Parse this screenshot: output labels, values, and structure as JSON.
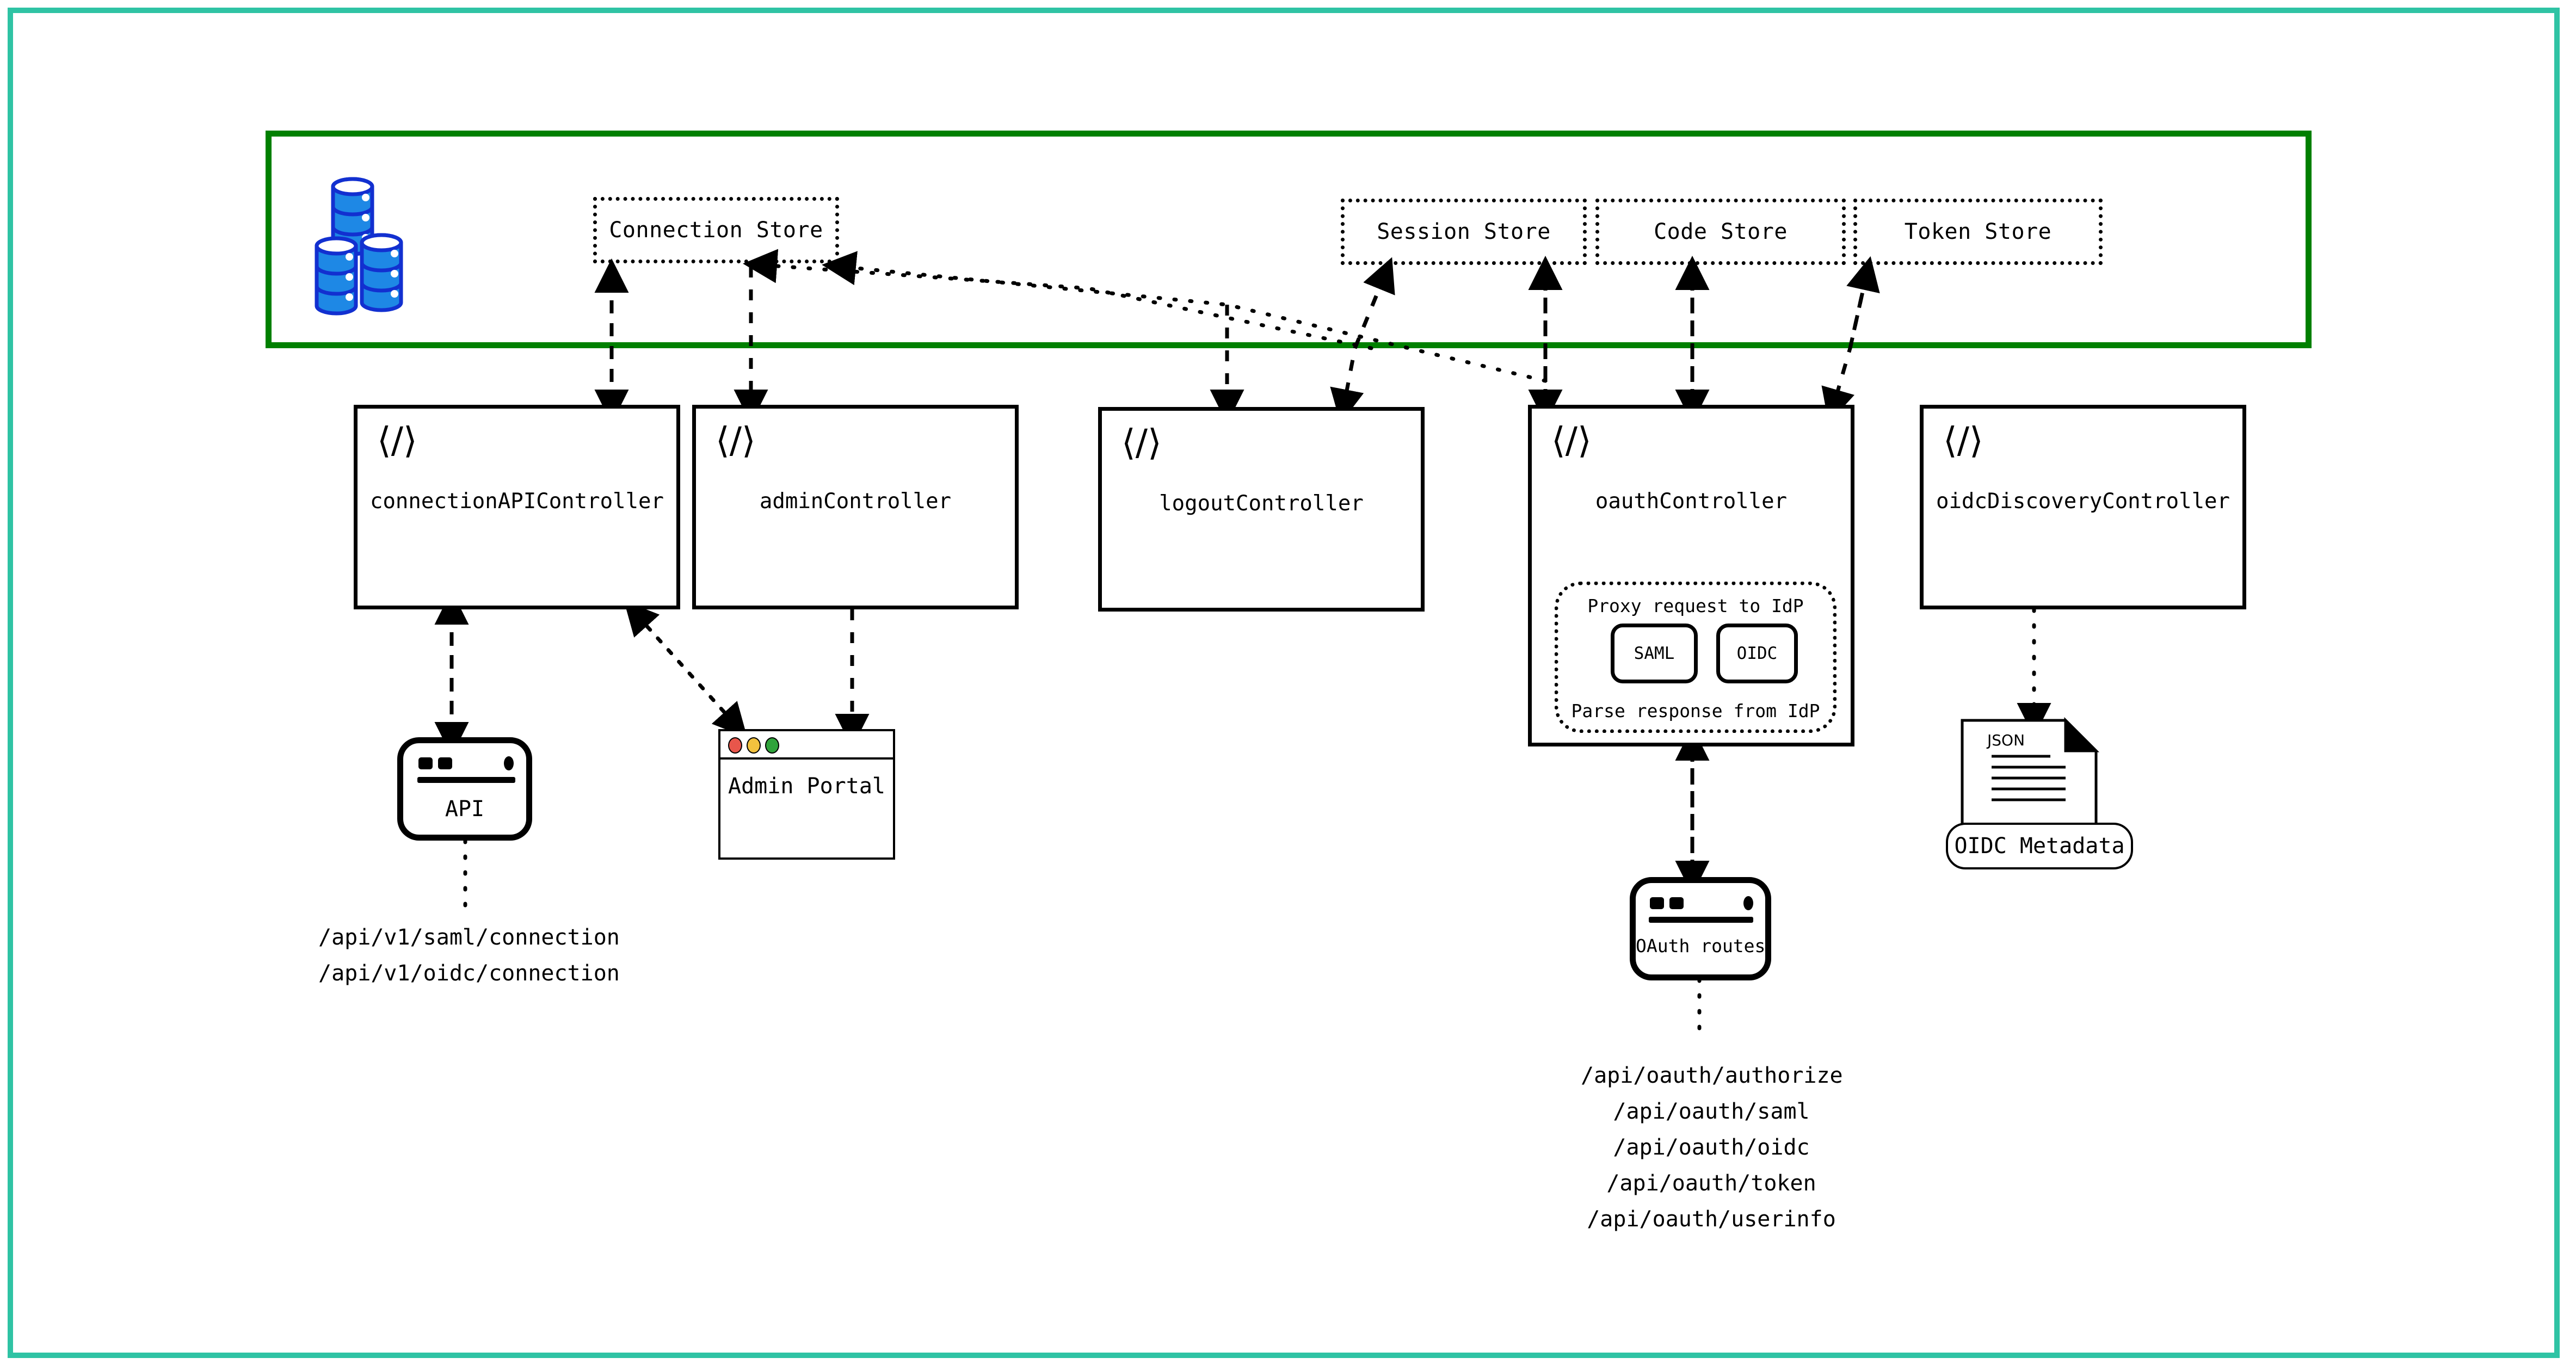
{
  "colors": {
    "outer_border": "#2FC3A4",
    "store_container_border": "#008000",
    "db_cylinder": "#1E88E5",
    "db_cylinder_outline": "#1230D0",
    "traffic_red": "#E8564B",
    "traffic_yellow": "#F2C23E",
    "traffic_green": "#2FA33B"
  },
  "stores": [
    {
      "label": "Connection Store",
      "name": "connection-store"
    },
    {
      "label": "Session Store",
      "name": "session-store"
    },
    {
      "label": "Code Store",
      "name": "code-store"
    },
    {
      "label": "Token Store",
      "name": "token-store"
    }
  ],
  "db_icon": {
    "name": "database-cylinders-icon",
    "count": 3
  },
  "controllers": [
    {
      "label": "connectionAPIController",
      "icon": "code-icon",
      "name": "connection-api-controller"
    },
    {
      "label": "adminController",
      "icon": "code-icon",
      "name": "admin-controller"
    },
    {
      "label": "logoutController",
      "icon": "code-icon",
      "name": "logout-controller"
    },
    {
      "label": "oauthController",
      "icon": "code-icon",
      "name": "oauth-controller"
    },
    {
      "label": "oidcDiscoveryController",
      "icon": "code-icon",
      "name": "oidc-discovery-controller"
    }
  ],
  "idp_panel": {
    "top_label": "Proxy request to IdP",
    "bottom_label": "Parse response from IdP",
    "pills": [
      {
        "label": "SAML"
      },
      {
        "label": "OIDC"
      }
    ]
  },
  "nodes": {
    "api": {
      "label": "API",
      "name": "api-device-node"
    },
    "admin_portal": {
      "label": "Admin Portal",
      "name": "admin-portal-browser-node"
    },
    "oauth_routes": {
      "label": "OAuth routes",
      "name": "oauth-routes-device-node"
    },
    "oidc_metadata": {
      "label": "OIDC Metadata",
      "doc_type": "JSON",
      "name": "oidc-metadata-doc-node"
    }
  },
  "endpoints": {
    "connection_api": [
      "/api/v1/saml/connection",
      "/api/v1/oidc/connection"
    ],
    "oauth": [
      "/api/oauth/authorize",
      "/api/oauth/saml",
      "/api/oauth/oidc",
      "/api/oauth/token",
      "/api/oauth/userinfo"
    ]
  },
  "code_icon_glyph": "⟨/⟩"
}
